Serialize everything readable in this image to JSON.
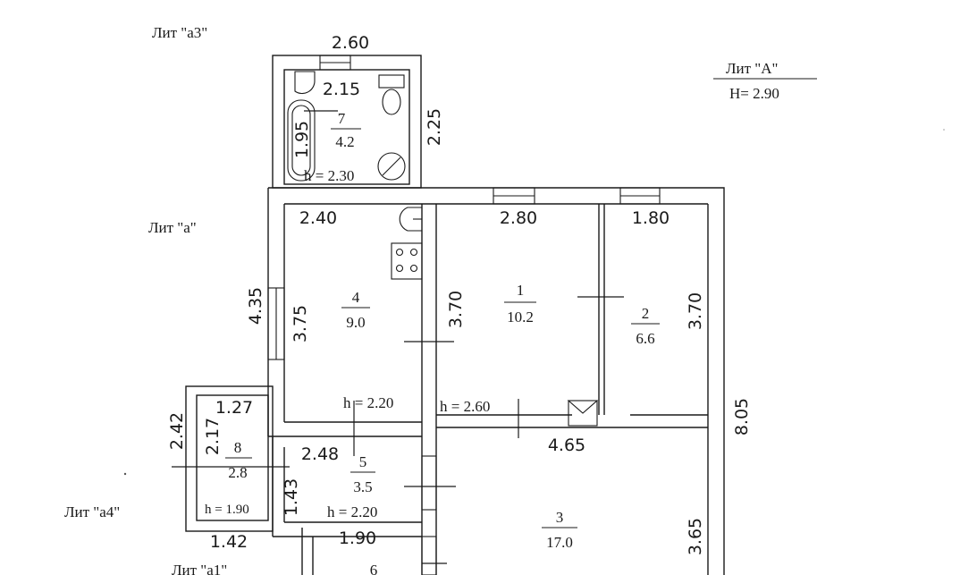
{
  "labels": {
    "lit_a3": "Лит \"а3\"",
    "lit_A": "Лит \"А\"",
    "H_A": "H= 2.90",
    "lit_a": "Лит \"а\"",
    "lit_a4": "Лит \"а4\"",
    "lit_a1": "Лит \"а1\""
  },
  "rooms": {
    "r7": {
      "num": "7",
      "area": "4.2",
      "h": "h = 2.30"
    },
    "r4": {
      "num": "4",
      "area": "9.0",
      "h": "h = 2.20"
    },
    "r1": {
      "num": "1",
      "area": "10.2",
      "h": "h = 2.60"
    },
    "r2": {
      "num": "2",
      "area": "6.6"
    },
    "r8": {
      "num": "8",
      "area": "2.8",
      "h": "h = 1.90"
    },
    "r5": {
      "num": "5",
      "area": "3.5",
      "h": "h = 2.20"
    },
    "r3": {
      "num": "3",
      "area": "17.0"
    },
    "r6": {
      "num": "6"
    }
  },
  "dims": {
    "d260": "2.60",
    "d215": "2.15",
    "d225": "2.25",
    "d195": "1.95",
    "d240": "2.40",
    "d280": "2.80",
    "d180": "1.80",
    "d435": "4.35",
    "d375": "3.75",
    "d370a": "3.70",
    "d370b": "3.70",
    "d805": "8.05",
    "d465": "4.65",
    "d242": "2.42",
    "d217": "2.17",
    "d127": "1.27",
    "d248": "2.48",
    "d143": "1.43",
    "d142": "1.42",
    "d190": "1.90",
    "d365": "3.65"
  }
}
